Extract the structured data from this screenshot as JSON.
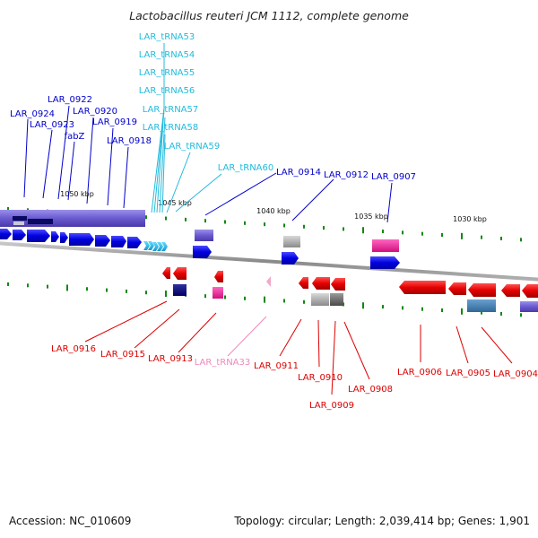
{
  "title": "Lactobacillus reuteri JCM 1112, complete genome",
  "footer": {
    "accession": "Accession: NC_010609",
    "summary": "Topology: circular; Length: 2,039,414 bp; Genes: 1,901"
  },
  "colors": {
    "top_label": "#0000cc",
    "trna_label": "#22bbdd",
    "bottom_label": "#dd0000",
    "trna_bottom_label": "#ee88bb",
    "leader_blue": "#0000cc",
    "leader_cyan": "#22bbdd",
    "leader_red": "#dd0000",
    "leader_pink": "#ee88bb",
    "fwd_gene": "#0000ee",
    "rev_gene": "#ee0000",
    "trna_gene": "#22bbee",
    "tick": "#118811"
  },
  "kbp_ticks": [
    "1050 kbp",
    "1045 kbp",
    "1040 kbp",
    "1035 kbp",
    "1030 kbp"
  ],
  "top_labels": [
    {
      "text": "LAR_tRNA53",
      "kind": "trna"
    },
    {
      "text": "LAR_tRNA54",
      "kind": "trna"
    },
    {
      "text": "LAR_tRNA55",
      "kind": "trna"
    },
    {
      "text": "LAR_tRNA56",
      "kind": "trna"
    },
    {
      "text": "LAR_tRNA57",
      "kind": "trna"
    },
    {
      "text": "LAR_tRNA58",
      "kind": "trna"
    },
    {
      "text": "LAR_tRNA59",
      "kind": "trna"
    },
    {
      "text": "LAR_tRNA60",
      "kind": "trna"
    },
    {
      "text": "LAR_0922",
      "kind": "gene"
    },
    {
      "text": "LAR_0924",
      "kind": "gene"
    },
    {
      "text": "LAR_0920",
      "kind": "gene"
    },
    {
      "text": "LAR_0923",
      "kind": "gene"
    },
    {
      "text": "LAR_0919",
      "kind": "gene"
    },
    {
      "text": "fabZ",
      "kind": "gene"
    },
    {
      "text": "LAR_0918",
      "kind": "gene"
    },
    {
      "text": "LAR_0914",
      "kind": "gene"
    },
    {
      "text": "LAR_0912",
      "kind": "gene"
    },
    {
      "text": "LAR_0907",
      "kind": "gene"
    }
  ],
  "bottom_labels": [
    {
      "text": "LAR_0916",
      "kind": "gene"
    },
    {
      "text": "LAR_0915",
      "kind": "gene"
    },
    {
      "text": "LAR_0913",
      "kind": "gene"
    },
    {
      "text": "LAR_tRNA33",
      "kind": "trna"
    },
    {
      "text": "LAR_0911",
      "kind": "gene"
    },
    {
      "text": "LAR_0910",
      "kind": "gene"
    },
    {
      "text": "LAR_0909",
      "kind": "gene"
    },
    {
      "text": "LAR_0908",
      "kind": "gene"
    },
    {
      "text": "LAR_0906",
      "kind": "gene"
    },
    {
      "text": "LAR_0905",
      "kind": "gene"
    },
    {
      "text": "LAR_0904",
      "kind": "gene"
    }
  ]
}
